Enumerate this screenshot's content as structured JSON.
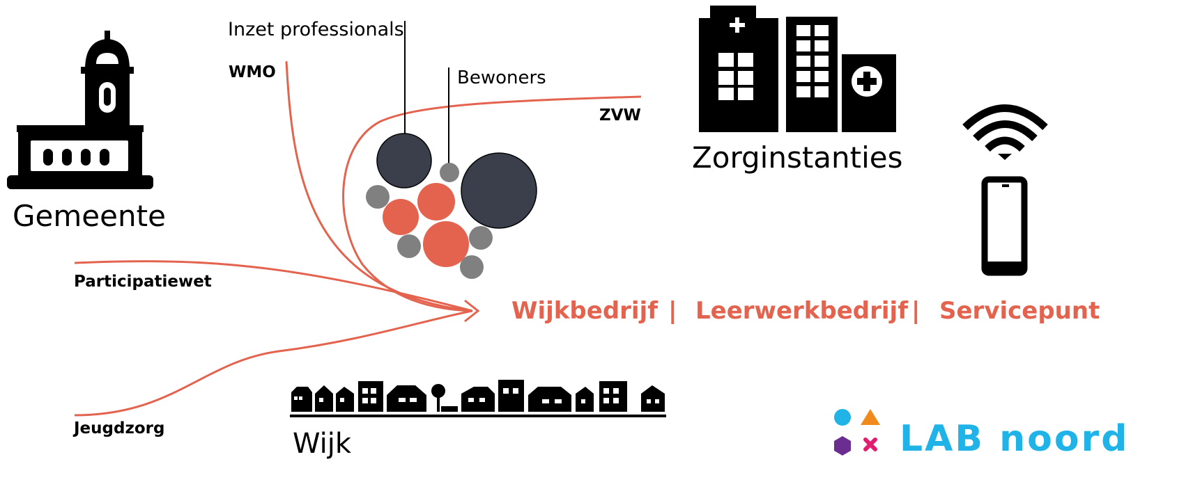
{
  "labels": {
    "inzet": "Inzet professionals",
    "wmo": "WMO",
    "bewoners": "Bewoners",
    "zvw": "ZVW",
    "gemeente": "Gemeente",
    "zorginstanties": "Zorginstanties",
    "participatiewet": "Participatiewet",
    "jeugdzorg": "Jeugdzorg",
    "wijk": "Wijk"
  },
  "outputs": {
    "wijkbedrijf": "Wijkbedrijf",
    "leerwerkbedrijf": "Leerwerkbedrijf",
    "servicepunt": "Servicepunt",
    "separator": "|"
  },
  "logo": {
    "text": "LAB noord"
  },
  "icons": [
    "town-hall-icon",
    "hospital-icon",
    "wifi-icon",
    "smartphone-icon",
    "houses-icon",
    "lab-noord-logo"
  ],
  "colors": {
    "accent": "#e3634e",
    "dark_circle": "#3a3f4b",
    "grey_circle": "#808080",
    "logo_blue": "#1fb3e8",
    "logo_orange": "#f08a1c",
    "logo_purple": "#6b2d8f",
    "logo_magenta": "#e01d6e"
  }
}
